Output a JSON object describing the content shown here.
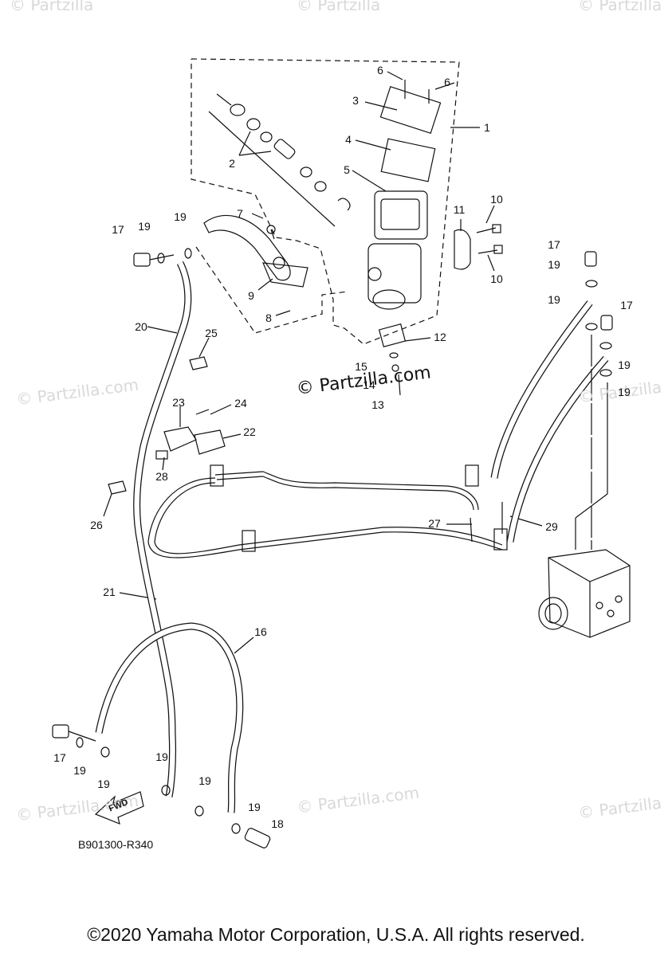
{
  "watermarks": {
    "top_left": "© Partzilla",
    "top_mid": "© Partzilla",
    "top_right": "© Partzilla",
    "mid_left": "© Partzilla.com",
    "mid_right": "© Partzilla",
    "bot_left": "© Partzilla.com",
    "bot_mid": "© Partzilla.com",
    "bot_right": "© Partzilla",
    "center": "© Partzilla.com"
  },
  "callouts": {
    "c1": "1",
    "c2": "2",
    "c3": "3",
    "c4": "4",
    "c5": "5",
    "c6a": "6",
    "c6b": "6",
    "c7": "7",
    "c8": "8",
    "c9": "9",
    "c10a": "10",
    "c10b": "10",
    "c11": "11",
    "c12": "12",
    "c13": "13",
    "c14": "14",
    "c15": "15",
    "c16": "16",
    "c17a": "17",
    "c17b": "17",
    "c17c": "17",
    "c17d": "17",
    "c18": "18",
    "c19a": "19",
    "c19b": "19",
    "c19c": "19",
    "c19d": "19",
    "c19e": "19",
    "c19f": "19",
    "c19g": "19",
    "c19h": "19",
    "c19i": "19",
    "c19j": "19",
    "c19k": "19",
    "c20": "20",
    "c21": "21",
    "c22": "22",
    "c23": "23",
    "c24": "24",
    "c25": "25",
    "c26": "26",
    "c27": "27",
    "c28": "28",
    "c29": "29"
  },
  "fwd_arrow_label": "FWD",
  "reference_code": "B901300-R340",
  "copyright": "©2020 Yamaha Motor Corporation, U.S.A. All rights reserved."
}
